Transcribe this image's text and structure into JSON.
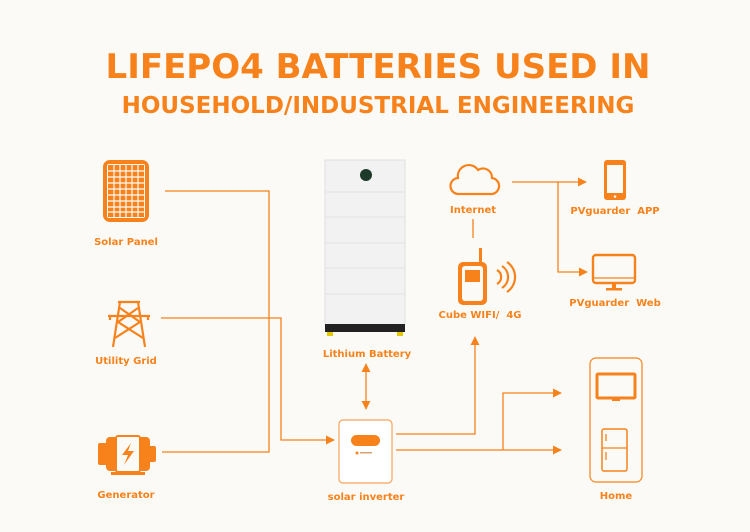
{
  "title": {
    "line1": "LIFEPO4 BATTERIES USED IN",
    "line2": "HOUSEHOLD/INDUSTRIAL ENGINEERING"
  },
  "nodes": {
    "solar_panel": "Solar Panel",
    "utility_grid": "Utility Grid",
    "generator": "Generator",
    "battery": "Lithium Battery",
    "inverter": "solar inverter",
    "internet": "Internet",
    "cube": "Cube WIFI/  4G",
    "app": "PVguarder  APP",
    "web": "PVguarder  Web",
    "home": "Home"
  },
  "colors": {
    "accent": "#f7821b",
    "background": "#fcfaf6"
  }
}
